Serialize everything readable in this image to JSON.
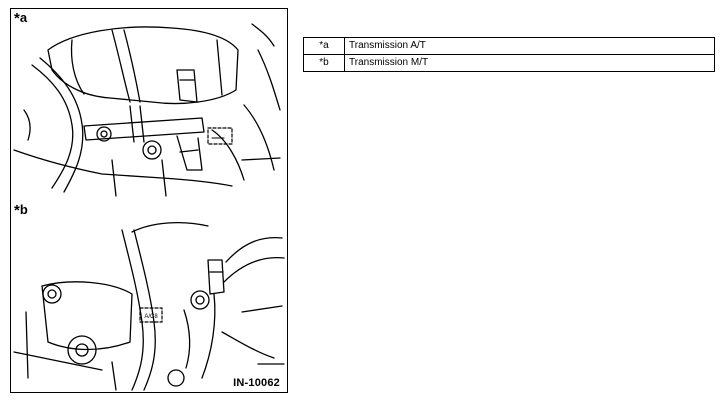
{
  "figure": {
    "panels": [
      {
        "marker": "a"
      },
      {
        "marker": "b"
      }
    ],
    "callout_label": "A/C8",
    "code": "IN-10062"
  },
  "legend": {
    "rows": [
      {
        "code": "*a",
        "text": "Transmission A/T"
      },
      {
        "code": "*b",
        "text": "Transmission M/T"
      }
    ]
  }
}
